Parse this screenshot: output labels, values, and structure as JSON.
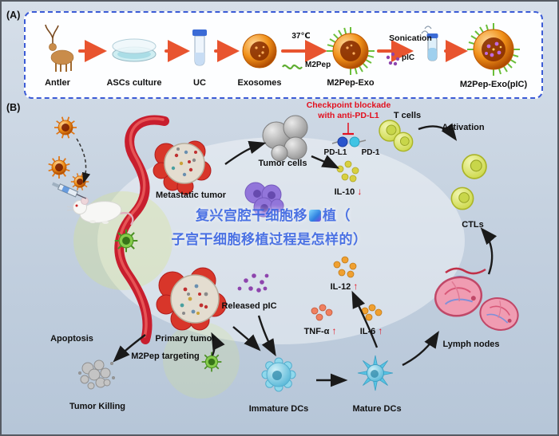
{
  "panelA": {
    "label": "(A)",
    "items": [
      {
        "label": "Antler"
      },
      {
        "label": "ASCs culture"
      },
      {
        "label": "UC"
      },
      {
        "label": "Exosomes"
      },
      {
        "label": "M2Pep-Exo"
      },
      {
        "label": "M2Pep-Exo(pIC)"
      }
    ],
    "temp_label": "37℃",
    "m2pep_label": "M2Pep",
    "sonication_label": "Sonication",
    "pic_label": "pIC"
  },
  "panelB": {
    "label": "(B)",
    "checkpoint_line1": "Checkpoint blockade",
    "checkpoint_line2": "with anti-PD-L1",
    "tumor_cells": "Tumor cells",
    "pdl1": "PD-L1",
    "pd1": "PD-1",
    "t_cells": "T cells",
    "activation": "Activation",
    "ctls": "CTLs",
    "metastatic_tumor": "Metastatic tumor",
    "primary_tumor": "Primary tumor",
    "m2pep_targeting": "M2Pep targeting",
    "apoptosis": "Apoptosis",
    "tumor_killing": "Tumor Killing",
    "released_pic": "Released pIC",
    "immature_dcs": "Immature DCs",
    "mature_dcs": "Mature DCs",
    "lymph_nodes": "Lymph nodes",
    "cytokines": {
      "il10": {
        "name": "IL-10",
        "arrow": "↓"
      },
      "il12": {
        "name": "IL-12",
        "arrow": "↑"
      },
      "tnfa": {
        "name": "TNF-α",
        "arrow": "↑"
      },
      "il6": {
        "name": "IL-6",
        "arrow": "↑"
      }
    }
  },
  "watermark": {
    "line1_pre": "复兴宫腔干细胞移",
    "line1_post": "植（",
    "line2": "子宫干细胞移植过程是怎样的）"
  },
  "colors": {
    "background": "#c9d4e0",
    "panel_border": "#3b5bd6",
    "arrow_red": "#e8542f",
    "checkpoint_red": "#e3101e",
    "watermark_blue": "#3f6ae0",
    "exosome_orange": "#e07818",
    "m2pep_green": "#6abf3a",
    "pic_purple": "#8e44ad"
  }
}
